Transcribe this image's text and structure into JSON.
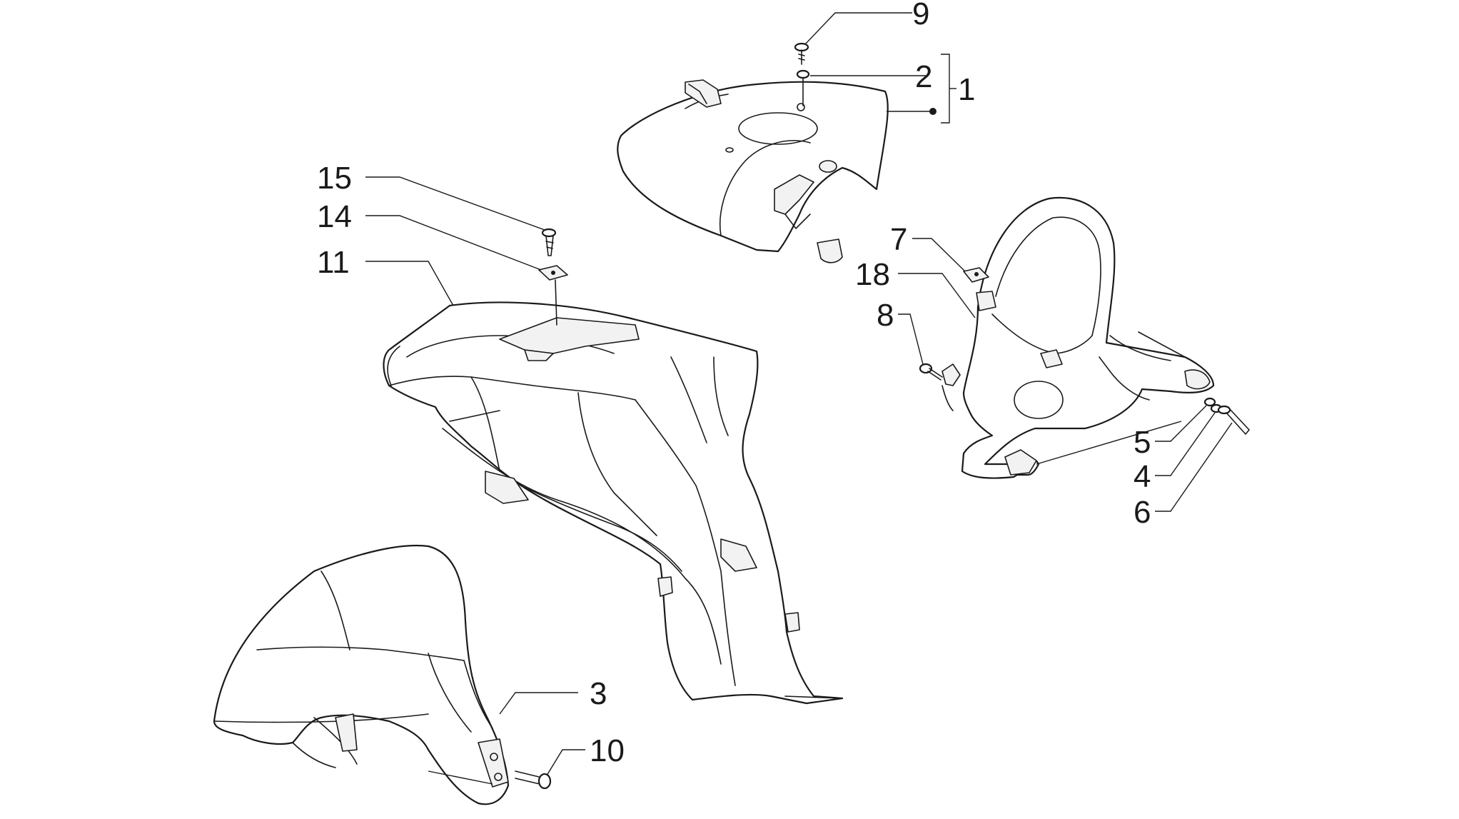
{
  "diagram": {
    "callouts": [
      {
        "id": "9",
        "label": "9"
      },
      {
        "id": "2",
        "label": "2"
      },
      {
        "id": "1",
        "label": "1"
      },
      {
        "id": "15",
        "label": "15"
      },
      {
        "id": "14",
        "label": "14"
      },
      {
        "id": "11",
        "label": "11"
      },
      {
        "id": "7",
        "label": "7"
      },
      {
        "id": "18",
        "label": "18"
      },
      {
        "id": "8",
        "label": "8"
      },
      {
        "id": "5",
        "label": "5"
      },
      {
        "id": "4",
        "label": "4"
      },
      {
        "id": "6",
        "label": "6"
      },
      {
        "id": "3",
        "label": "3"
      },
      {
        "id": "10",
        "label": "10"
      }
    ]
  },
  "colors": {
    "line": "#1a1a1a",
    "background": "#ffffff"
  }
}
